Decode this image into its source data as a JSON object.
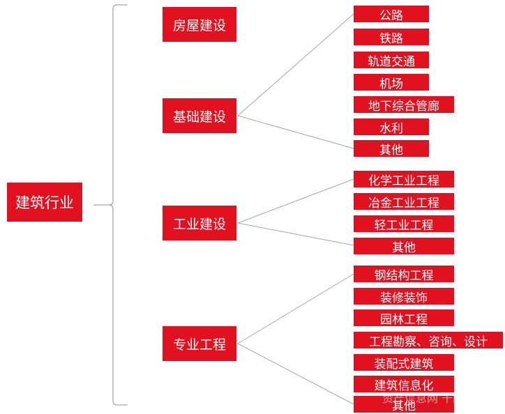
{
  "root": {
    "label": "建筑行业"
  },
  "categories": [
    {
      "label": "房屋建设",
      "children": []
    },
    {
      "label": "基础建设",
      "children": [
        "公路",
        "铁路",
        "轨道交通",
        "机场",
        "地下综合管廊",
        "水利",
        "其他"
      ]
    },
    {
      "label": "工业建设",
      "children": [
        "化学工业工程",
        "冶金工业工程",
        "轻工业工程",
        "其他"
      ]
    },
    {
      "label": "专业工程",
      "children": [
        "钢结构工程",
        "装修装饰",
        "园林工程",
        "工程勘察、咨询、设计",
        "装配式建筑",
        "建筑信息化",
        "其他"
      ]
    }
  ],
  "watermark": "资产信息网 千际投行",
  "colors": {
    "box": "#e2111f",
    "text": "#ffffff",
    "line": "#a6a6a6"
  }
}
